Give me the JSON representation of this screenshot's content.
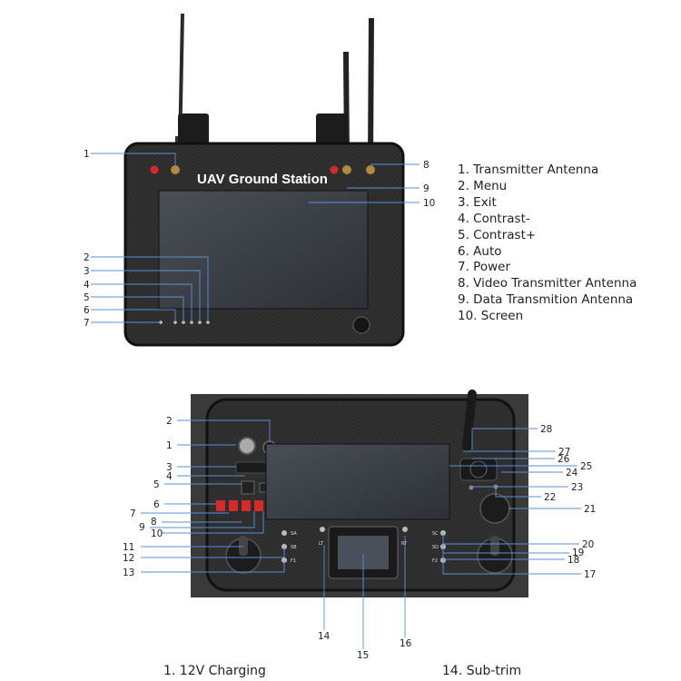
{
  "top_device": {
    "title": "UAV Ground Station",
    "callouts": [
      "1",
      "2",
      "3",
      "4",
      "5",
      "6",
      "7",
      "8",
      "9",
      "10"
    ]
  },
  "legend": [
    "1. Transmitter Antenna",
    "2. Menu",
    "3. Exit",
    "4. Contrast-",
    "5. Contrast+",
    "6. Auto",
    "7. Power",
    "8. Video Transmitter Antenna",
    "9. Data Transmition Antenna",
    "10. Screen"
  ],
  "bottom_device": {
    "callouts": [
      "1",
      "2",
      "3",
      "4",
      "5",
      "6",
      "7",
      "8",
      "9",
      "10",
      "11",
      "12",
      "13",
      "14",
      "15",
      "16",
      "17",
      "18",
      "19",
      "20",
      "21",
      "22",
      "23",
      "24",
      "25",
      "26",
      "27",
      "28"
    ],
    "switch_labels": [
      "SA",
      "SB",
      "F1",
      "SC",
      "SD",
      "F2",
      "LT",
      "RT"
    ]
  },
  "captions": {
    "left": "1. 12V Charging",
    "right": "14. Sub-trim"
  },
  "colors": {
    "case": "#2b2b2b",
    "screen": "#3a3e44",
    "red_button": "#d42a2a"
  }
}
